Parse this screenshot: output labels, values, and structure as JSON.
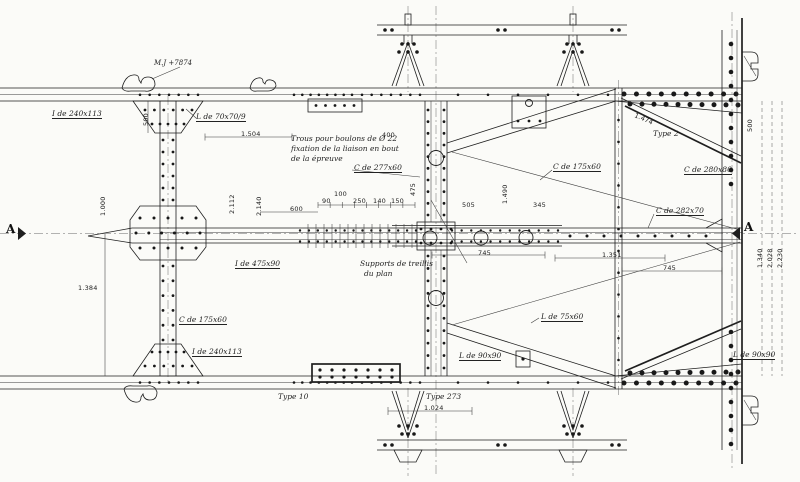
{
  "colors": {
    "ink": "#1c1c1c",
    "paper": "#fbfbf8"
  },
  "section": {
    "marker": "A"
  },
  "elevation": {
    "t": "M.J +7874"
  },
  "profiles": [
    {
      "t": "I de 240x113"
    },
    {
      "t": "L de 70x70/9"
    },
    {
      "t": "C de 277x60"
    },
    {
      "t": "C de 175x60"
    },
    {
      "t": "C de 280x80"
    },
    {
      "t": "C de 282x70"
    },
    {
      "t": "I de 475x90"
    },
    {
      "t": "C de 175x60"
    },
    {
      "t": "I de 240x113"
    },
    {
      "t": "L de 75x60"
    },
    {
      "t": "L de 90x90"
    },
    {
      "t": "L de 90x90"
    }
  ],
  "notes": {
    "hole": [
      "Trous pour boulons de Ø 22",
      "fixation de la liaison en bout",
      "de la épreuve"
    ],
    "support": [
      "Supports de treillis",
      "du plan"
    ]
  },
  "types": [
    {
      "t": "Type 10"
    },
    {
      "t": "Type 273"
    },
    {
      "t": "Type 2"
    }
  ],
  "dims": [
    {
      "t": "1.504"
    },
    {
      "t": "400"
    },
    {
      "t": "600"
    },
    {
      "t": "250"
    },
    {
      "t": "90"
    },
    {
      "t": "100"
    },
    {
      "t": "140"
    },
    {
      "t": "150"
    },
    {
      "t": "505"
    },
    {
      "t": "345"
    },
    {
      "t": "745"
    },
    {
      "t": "1.351"
    },
    {
      "t": "745"
    },
    {
      "t": "1.384"
    },
    {
      "t": "1.024"
    },
    {
      "t": "1.474"
    },
    {
      "t": "500"
    },
    {
      "t": "1.000"
    },
    {
      "t": "2.112"
    },
    {
      "t": "2.140"
    },
    {
      "t": "475"
    },
    {
      "t": "1.490"
    },
    {
      "t": "500"
    },
    {
      "t": "1.340"
    },
    {
      "t": "2.028"
    },
    {
      "t": "2.230"
    }
  ]
}
